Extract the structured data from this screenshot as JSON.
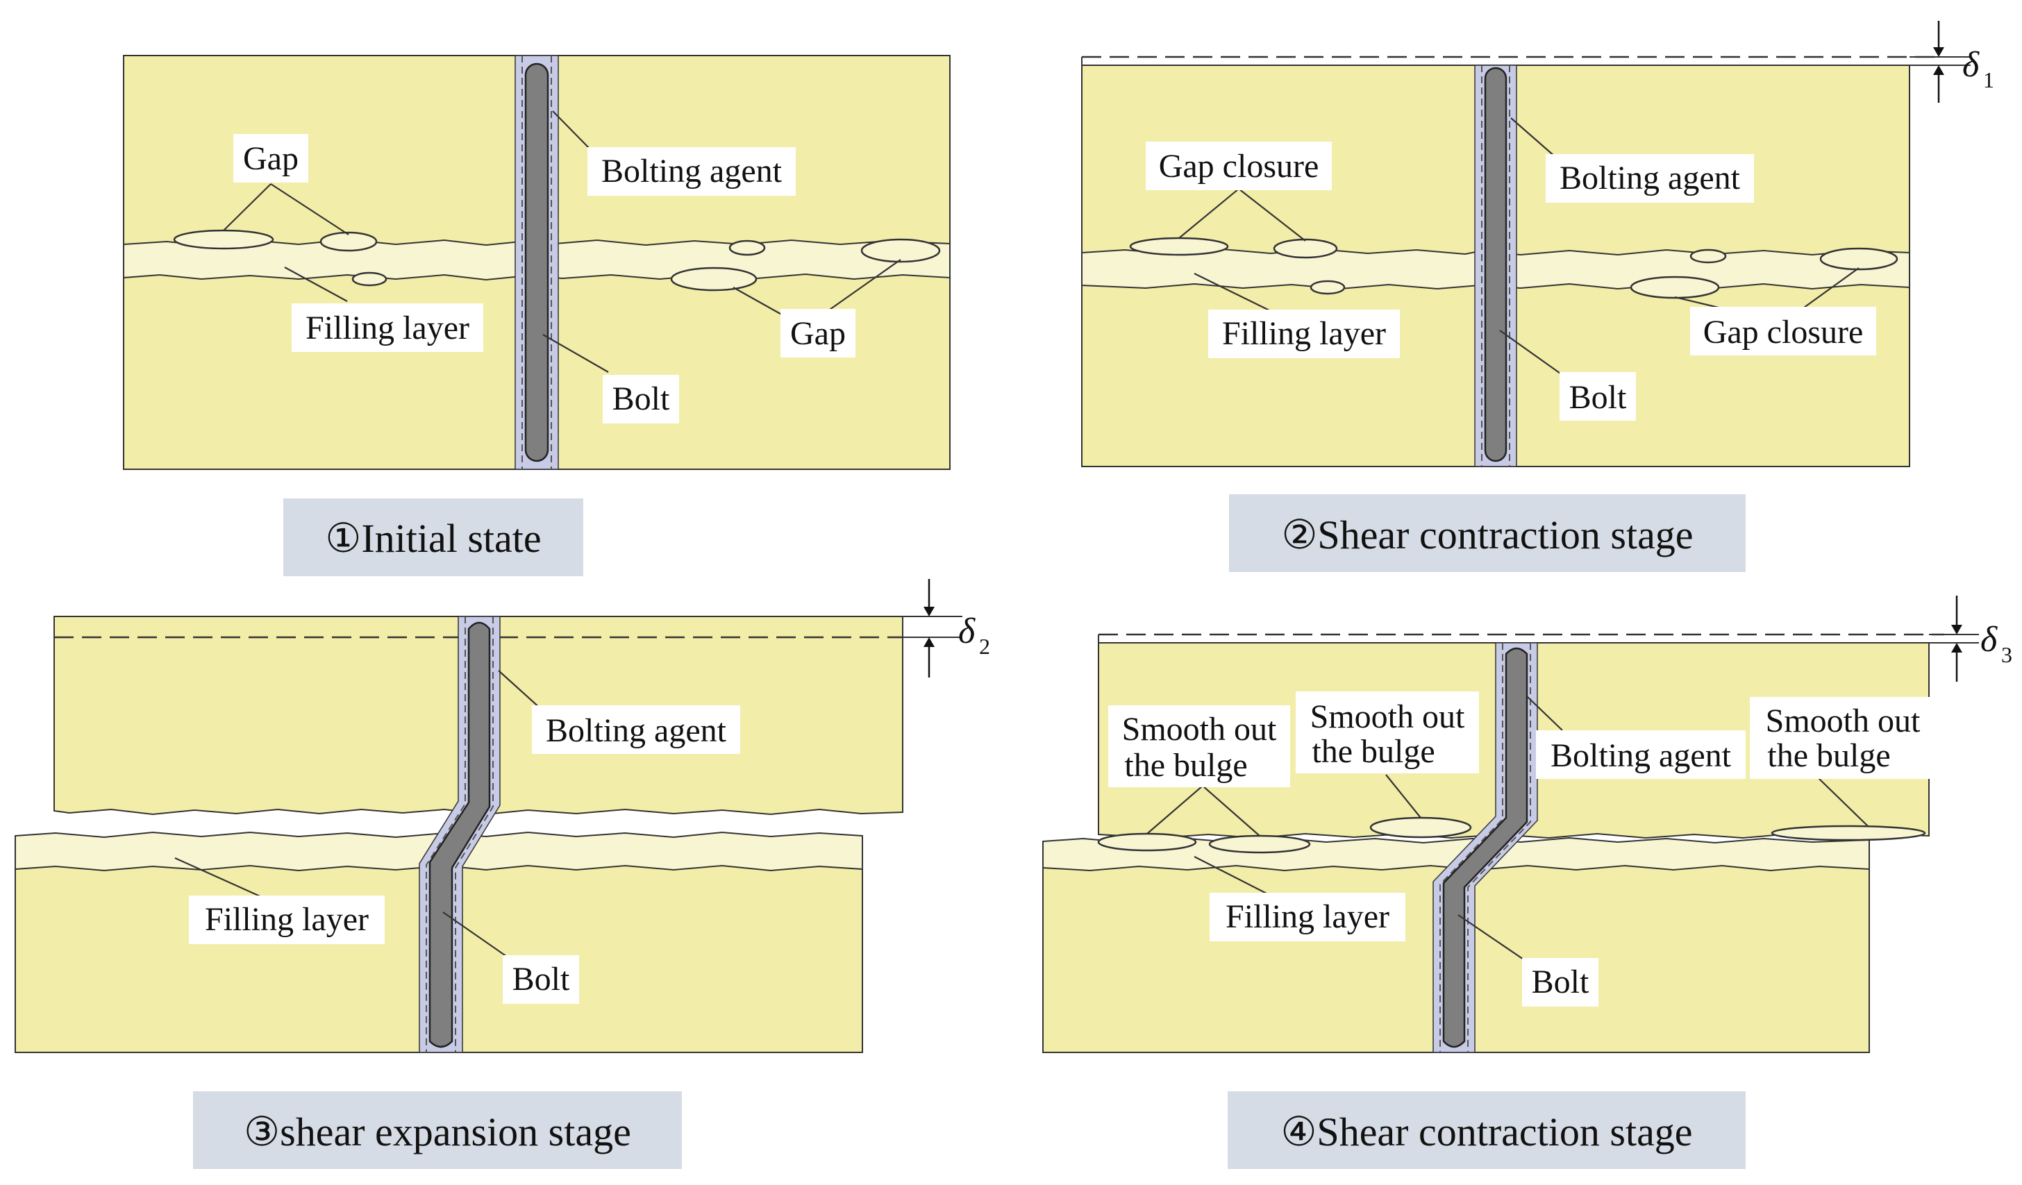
{
  "colors": {
    "rock": "#f2eda8",
    "filling_layer": "#f8f5d3",
    "bolt": "#7f7f7f",
    "bolting_agent": "#c8cbe6",
    "caption_background": "#d6dce5"
  },
  "panels": [
    {
      "caption": "①Initial state",
      "labels": {
        "gap_top": "Gap",
        "bolting_agent": "Bolting agent",
        "filling_layer": "Filling layer",
        "gap_right": "Gap",
        "bolt": "Bolt"
      }
    },
    {
      "caption": "②Shear contraction stage",
      "labels": {
        "gap_closure_left": "Gap closure",
        "bolting_agent": "Bolting agent",
        "filling_layer": "Filling layer",
        "gap_closure_right": "Gap closure",
        "bolt": "Bolt"
      },
      "delta": {
        "symbol": "δ",
        "subscript": "1"
      }
    },
    {
      "caption": "③shear expansion stage",
      "labels": {
        "bolting_agent": "Bolting agent",
        "filling_layer": "Filling layer",
        "bolt": "Bolt"
      },
      "delta": {
        "symbol": "δ",
        "subscript": "2"
      }
    },
    {
      "caption": "④Shear contraction stage",
      "labels": {
        "smooth_left_line1": "Smooth out",
        "smooth_left_line2": "the bulge",
        "smooth_mid_line1": "Smooth out",
        "smooth_mid_line2": "the bulge",
        "bolting_agent": "Bolting agent",
        "smooth_right_line1": "Smooth out",
        "smooth_right_line2": "the bulge",
        "filling_layer": "Filling layer",
        "bolt": "Bolt"
      },
      "delta": {
        "symbol": "δ",
        "subscript": "3"
      }
    }
  ]
}
